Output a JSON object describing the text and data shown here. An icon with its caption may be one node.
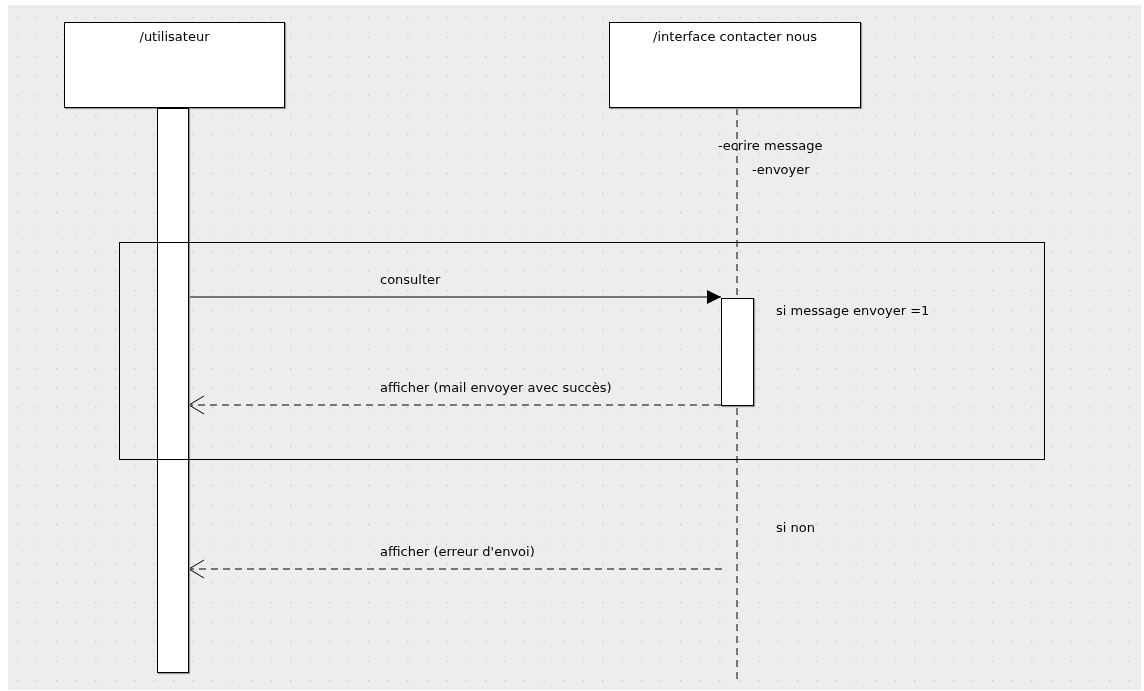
{
  "diagram": {
    "nodes": [
      {
        "text": [
          "/utilisateur"
        ]
      },
      {
        "text": [
          "/interface contacter nous"
        ]
      },
      {
        "text": [],
        "shape": "bar"
      },
      {
        "text": [
          "si message envoyer =1"
        ]
      },
      {
        "text": [],
        "shape": "bar",
        "in": 3
      }
    ],
    "edges": [
      {
        "from": 2,
        "to": 4,
        "arrow": "to",
        "label": "consulter"
      },
      {
        "from": 4,
        "to": 2,
        "arrow": "to",
        "label": "afficher (mail envoyer avec succès)",
        "style": "dashed"
      },
      {
        "from": null,
        "to": 2,
        "arrow": "to",
        "label": "afficher (erreur d'envoi)",
        "style": "dashed"
      }
    ],
    "labels": [
      "-ecrire message",
      "-envoyer",
      "si non"
    ]
  }
}
